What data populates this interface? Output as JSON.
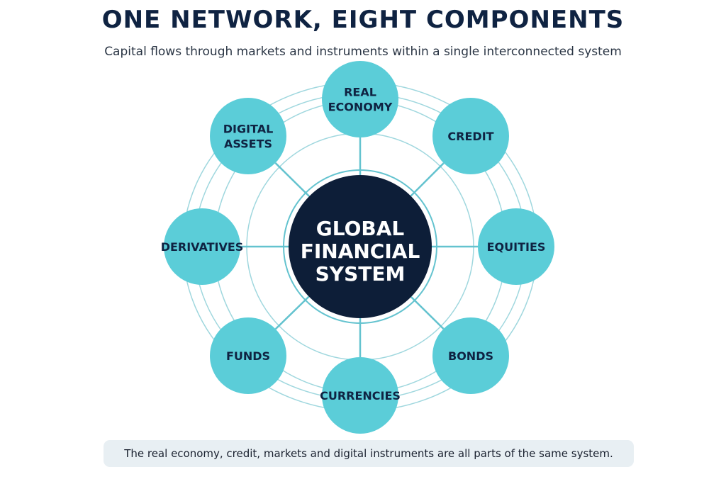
{
  "header": {
    "title": "ONE NETWORK, EIGHT COMPONENTS",
    "subtitle": "Capital flows through markets and instruments within a single interconnected system"
  },
  "hub": {
    "lines": [
      "GLOBAL",
      "FINANCIAL",
      "SYSTEM"
    ]
  },
  "nodes": [
    {
      "id": "real-economy",
      "lines": [
        "REAL",
        "ECONOMY"
      ]
    },
    {
      "id": "credit",
      "lines": [
        "CREDIT"
      ]
    },
    {
      "id": "equities",
      "lines": [
        "EQUITIES"
      ]
    },
    {
      "id": "bonds",
      "lines": [
        "BONDS"
      ]
    },
    {
      "id": "currencies",
      "lines": [
        "CURRENCIES"
      ]
    },
    {
      "id": "funds",
      "lines": [
        "FUNDS"
      ]
    },
    {
      "id": "derivatives",
      "lines": [
        "DERIVATIVES"
      ]
    },
    {
      "id": "digital-assets",
      "lines": [
        "DIGITAL",
        "ASSETS"
      ]
    }
  ],
  "caption": "The real economy, credit, markets and digital instruments are all parts of the same system.",
  "colors": {
    "node_fill": "#5bcdd8",
    "hub_fill": "#0d1e38",
    "line": "#64c3cf",
    "ring": "#9fd7de",
    "title": "#0f2342",
    "caption_bg": "#e8eff3"
  }
}
